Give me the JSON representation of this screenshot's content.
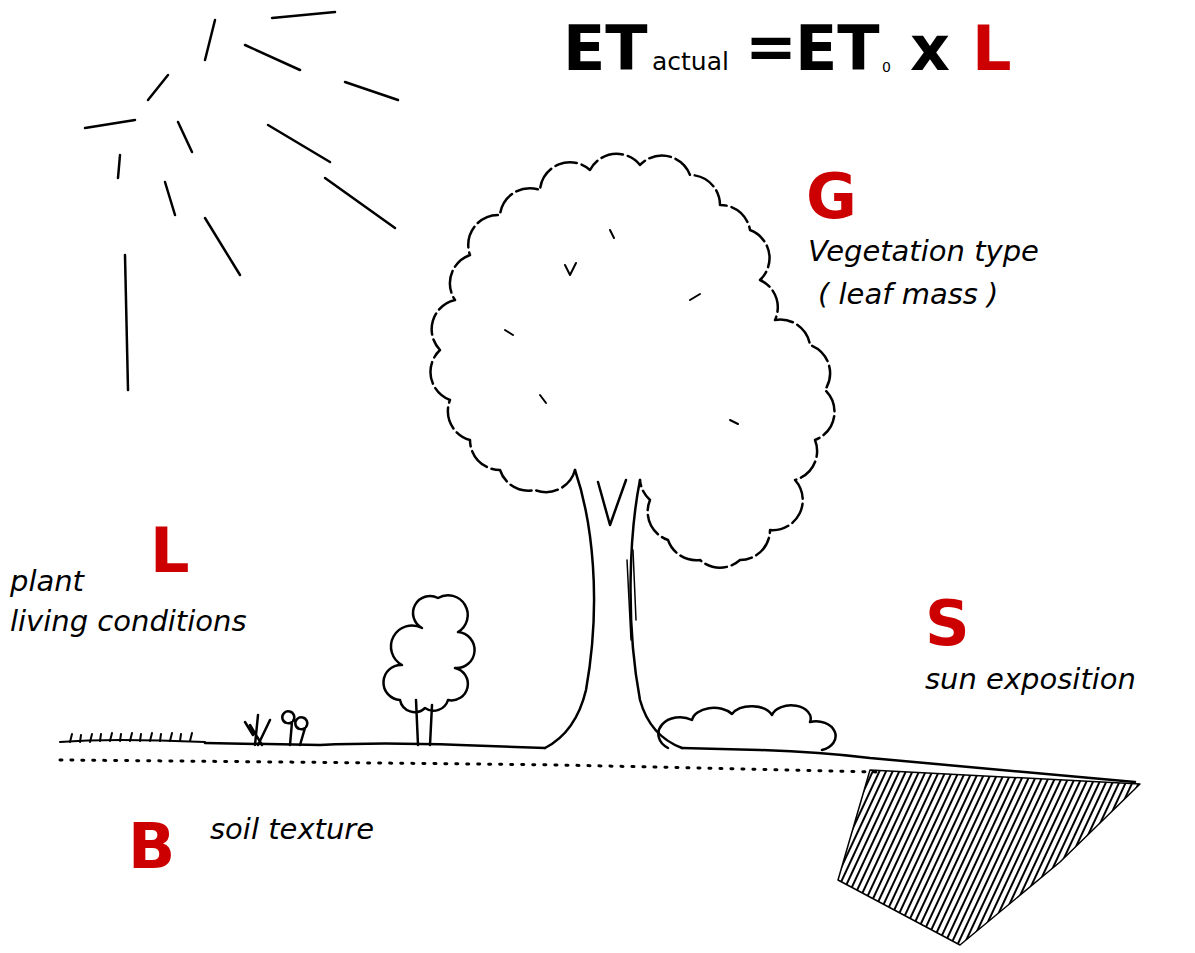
{
  "diagram": {
    "labels": [
      "ET",
      "actual",
      "=",
      "ET",
      "0",
      "x",
      "L",
      "G",
      "Vegetation type",
      "( leaf mass )",
      "L",
      "plant",
      "living conditions",
      "S",
      "sun exposition",
      "B",
      "soil texture"
    ]
  }
}
